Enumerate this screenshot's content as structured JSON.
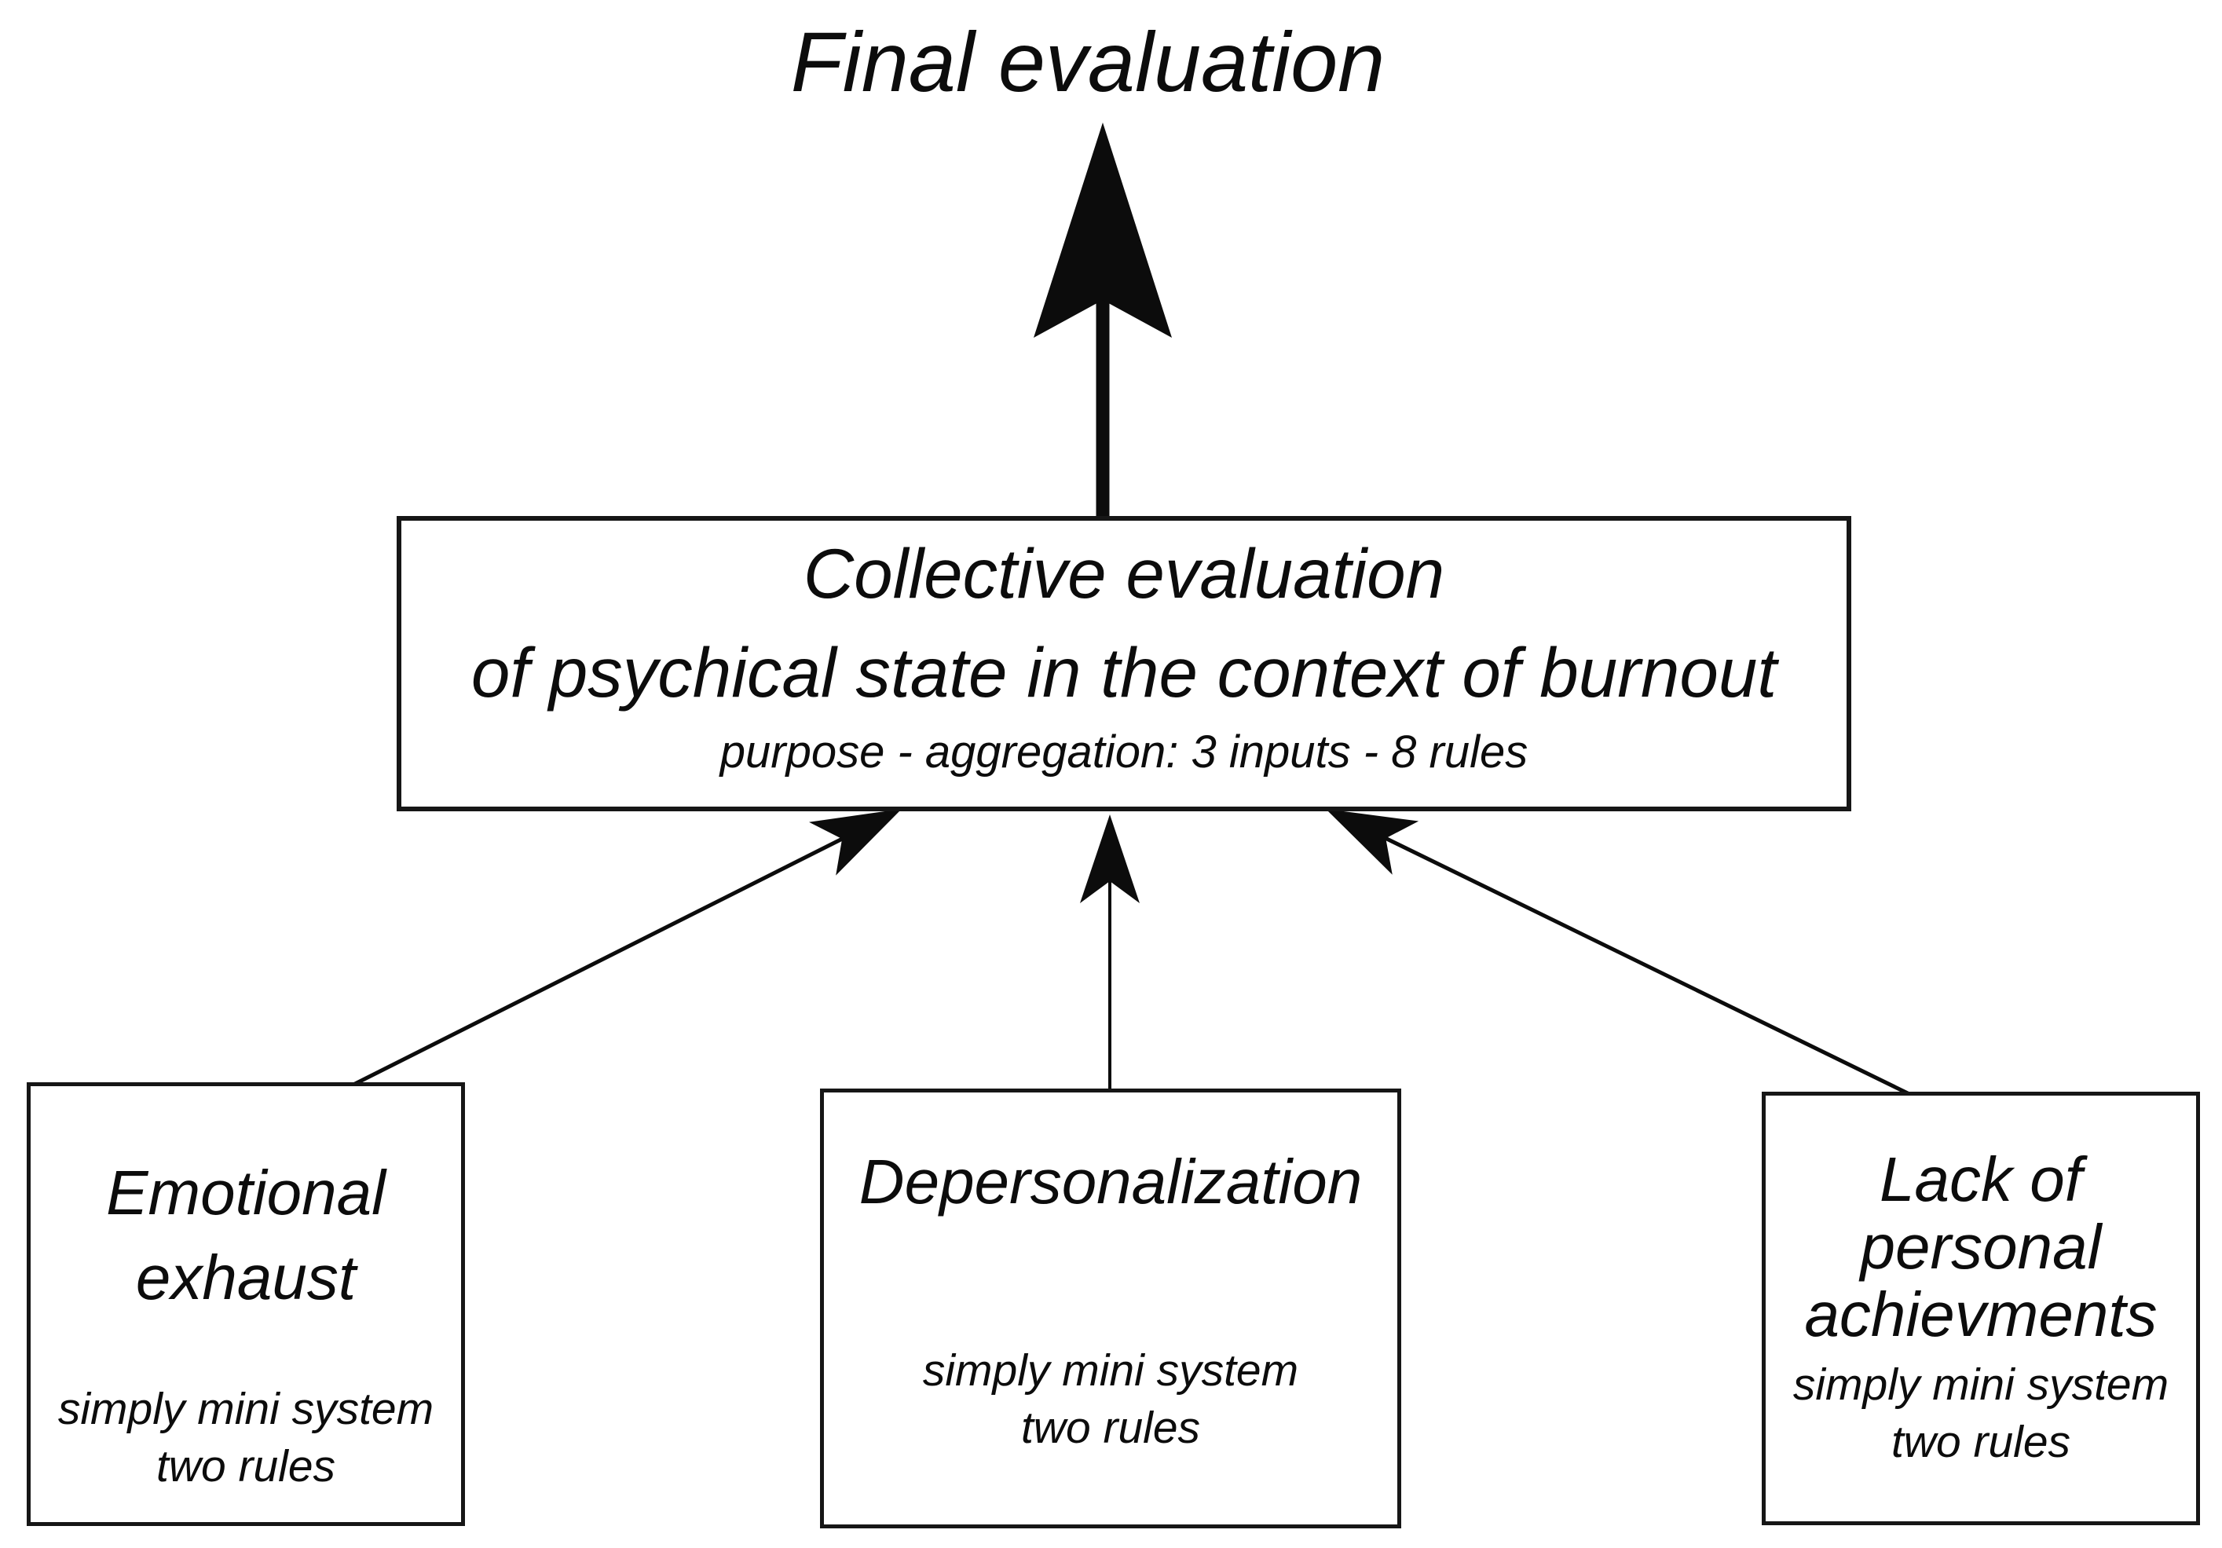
{
  "colors": {
    "ink": "#0c0c0c",
    "background": "#ffffff"
  },
  "title": "Final evaluation",
  "collective_box": {
    "title_lines": [
      "Collective evaluation",
      "of psychical state in the context of burnout"
    ],
    "subtitle": "purpose - aggregation: 3 inputs - 8 rules"
  },
  "input_boxes": [
    {
      "title_lines": [
        "Emotional",
        "exhaust"
      ],
      "note_lines": [
        "simply mini system",
        "two rules"
      ]
    },
    {
      "title_lines": [
        "Depersonalization"
      ],
      "note_lines": [
        "simply mini system",
        "two rules"
      ]
    },
    {
      "title_lines": [
        "Lack of",
        "personal",
        "achievments"
      ],
      "note_lines": [
        "simply mini system",
        "two rules"
      ]
    }
  ]
}
